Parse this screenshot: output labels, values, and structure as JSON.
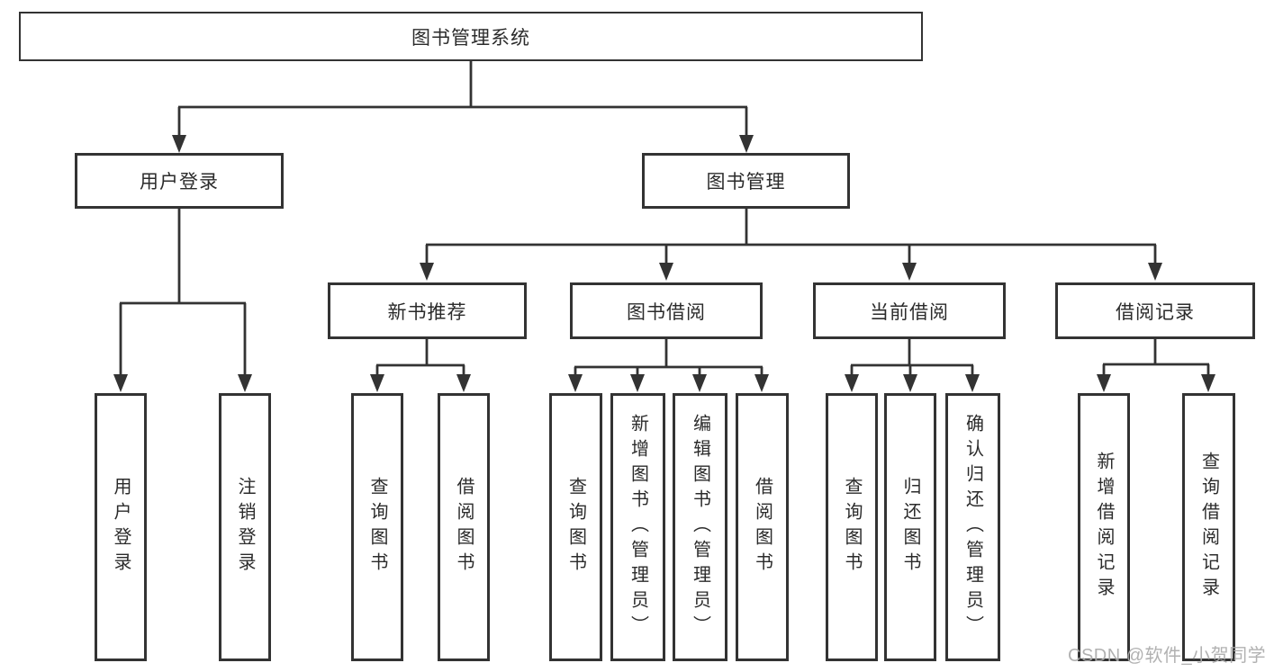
{
  "tree": {
    "root": "图书管理系统",
    "branches": [
      {
        "label": "用户登录",
        "children": [
          "用户登录",
          "注销登录"
        ]
      },
      {
        "label": "图书管理",
        "children": [
          {
            "label": "新书推荐",
            "children": [
              "查询图书",
              "借阅图书"
            ]
          },
          {
            "label": "图书借阅",
            "children": [
              "查询图书",
              "新增图书（管理员）",
              "编辑图书（管理员）",
              "借阅图书"
            ]
          },
          {
            "label": "当前借阅",
            "children": [
              "查询图书",
              "归还图书",
              "确认归还（管理员）"
            ]
          },
          {
            "label": "借阅记录",
            "children": [
              "新增借阅记录",
              "查询借阅记录"
            ]
          }
        ]
      }
    ]
  },
  "watermark": {
    "text": "CSDN @软件_小贺同学"
  },
  "colors": {
    "line": "#333333",
    "text": "#2b2b2b",
    "watermark": "#ababab",
    "background": "#ffffff"
  }
}
